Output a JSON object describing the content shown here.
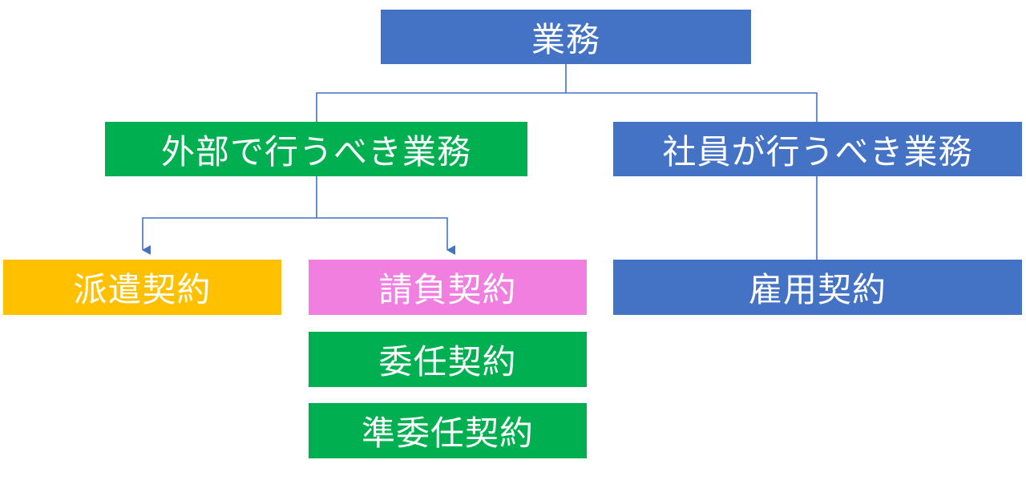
{
  "nodes": {
    "root": {
      "label": "業務",
      "color": "#4472c4"
    },
    "external": {
      "label": "外部で行うべき業務",
      "color": "#00b050"
    },
    "internal": {
      "label": "社員が行うべき業務",
      "color": "#4472c4"
    },
    "dispatch_contract": {
      "label": "派遣契約",
      "color": "#ffc000"
    },
    "ukeoi_contract": {
      "label": "請負契約",
      "color": "#f07fe0"
    },
    "inin_contract": {
      "label": "委任契約",
      "color": "#00b050"
    },
    "jun_inin_contract": {
      "label": "準委任契約",
      "color": "#00b050"
    },
    "koyo_contract": {
      "label": "雇用契約",
      "color": "#4472c4"
    }
  },
  "edges": [
    {
      "from": "root",
      "to": "external"
    },
    {
      "from": "root",
      "to": "internal"
    },
    {
      "from": "external",
      "to": "dispatch_contract",
      "arrow": true
    },
    {
      "from": "external",
      "to": "ukeoi_contract",
      "arrow": true
    },
    {
      "from": "internal",
      "to": "koyo_contract",
      "arrow": false
    }
  ],
  "connector_color": "#4472c4"
}
